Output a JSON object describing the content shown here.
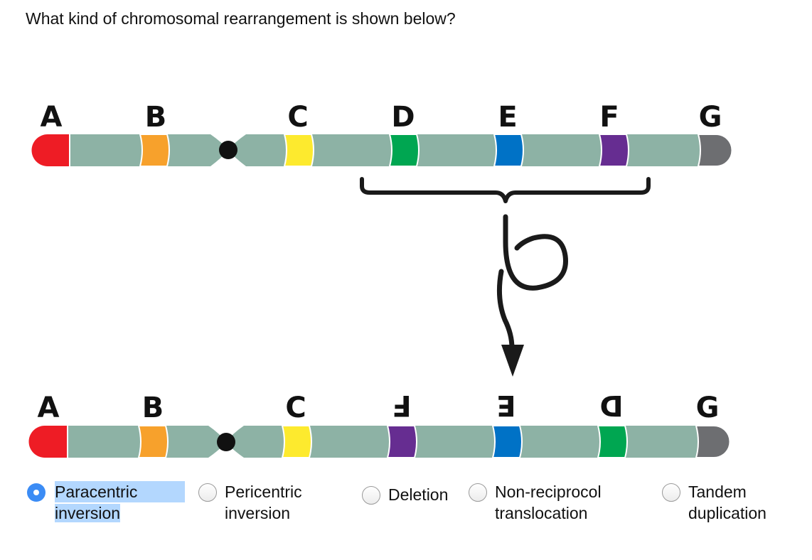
{
  "question": "What kind of chromosomal rearrangement is shown below?",
  "diagram": {
    "original": {
      "labels": [
        "A",
        "B",
        "C",
        "D",
        "E",
        "F",
        "G"
      ],
      "bands": [
        {
          "label": "A",
          "color": "#ee1c25",
          "type": "telomere"
        },
        {
          "label": "B",
          "color": "#f7a12c"
        },
        {
          "label": "C",
          "color": "#fdea2e"
        },
        {
          "label": "D",
          "color": "#00a651"
        },
        {
          "label": "E",
          "color": "#0072c6"
        },
        {
          "label": "F",
          "color": "#662d91"
        },
        {
          "label": "G",
          "color": "#6d6e71",
          "type": "telomere"
        }
      ]
    },
    "rearranged": {
      "labels": [
        "A",
        "B",
        "C",
        "F",
        "E",
        "D",
        "G"
      ],
      "inverted_labels": [
        "F",
        "E",
        "D"
      ],
      "bands": [
        {
          "label": "A",
          "color": "#ee1c25",
          "type": "telomere"
        },
        {
          "label": "B",
          "color": "#f7a12c"
        },
        {
          "label": "C",
          "color": "#fdea2e"
        },
        {
          "label": "F",
          "color": "#662d91"
        },
        {
          "label": "E",
          "color": "#0072c6"
        },
        {
          "label": "D",
          "color": "#00a651"
        },
        {
          "label": "G",
          "color": "#6d6e71",
          "type": "telomere"
        }
      ]
    },
    "arm_color": "#8db2a5",
    "centromere_color": "#111111",
    "bracket_spans": [
      "D",
      "F"
    ]
  },
  "options": [
    {
      "label": "Paracentric\ninversion",
      "line1": "Paracentric",
      "line2": "inversion",
      "selected": true
    },
    {
      "label": "Pericentric\ninversion",
      "line1": "Pericentric",
      "line2": "inversion",
      "selected": false
    },
    {
      "label": "Deletion",
      "line1": "Deletion",
      "line2": "",
      "selected": false
    },
    {
      "label": "Non-reciprocol\ntranslocation",
      "line1": "Non-reciprocol",
      "line2": "translocation",
      "selected": false
    },
    {
      "label": "Tandem\nduplication",
      "line1": "Tandem",
      "line2": "duplication",
      "selected": false
    }
  ],
  "colors": {
    "radio_selected": "#3b8cf5",
    "text_selection": "#b3d7fe"
  }
}
